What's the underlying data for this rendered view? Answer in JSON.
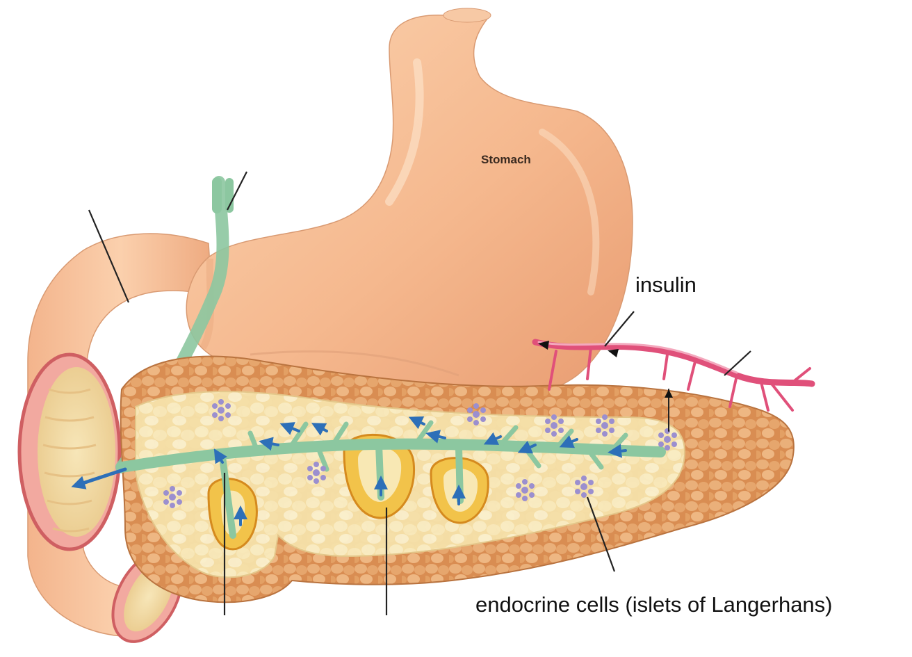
{
  "diagram": {
    "labels": {
      "stomach": "Stomach",
      "insulin": "insulin",
      "endocrine_cells": "endocrine cells (islets of Langerhans)"
    },
    "colors": {
      "stomach": "#f5b88e",
      "pancreas_tissue": "#e3a065",
      "pancreas_inner": "#f8eab8",
      "duct": "#8cc7a0",
      "flow_arrow": "#2d6fb8",
      "blood_vessel": "#e0507a",
      "islet": "#9b8fcf",
      "acini": "#e8a531",
      "duodenum_rim": "#d9706e"
    }
  }
}
